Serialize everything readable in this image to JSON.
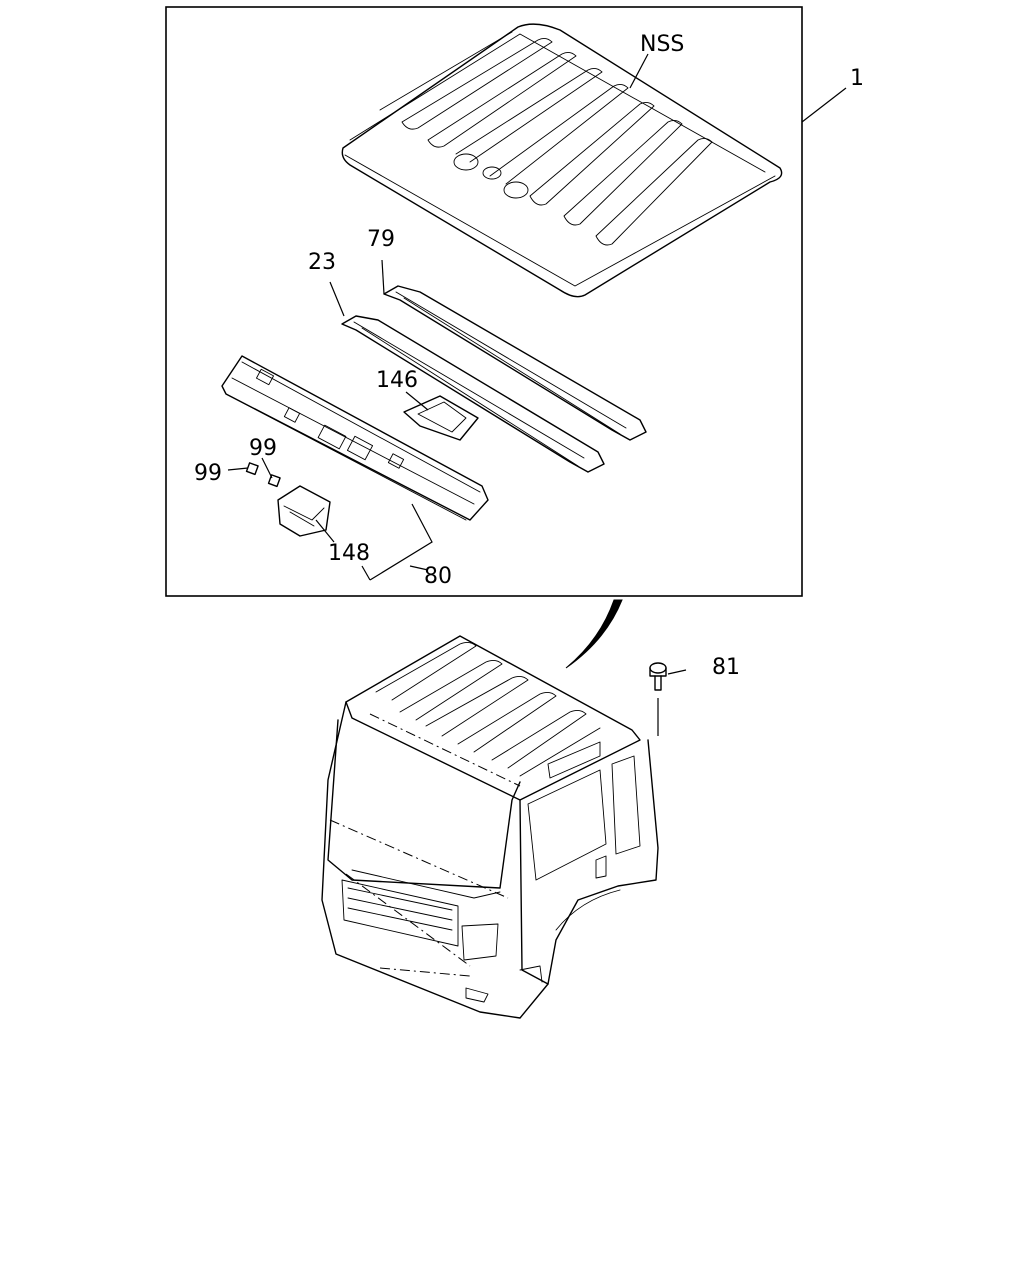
{
  "labels": {
    "nss": "NSS",
    "p1": "1",
    "p79": "79",
    "p23": "23",
    "p146": "146",
    "p99a": "99",
    "p99b": "99",
    "p148": "148",
    "p80": "80",
    "p81": "81"
  }
}
